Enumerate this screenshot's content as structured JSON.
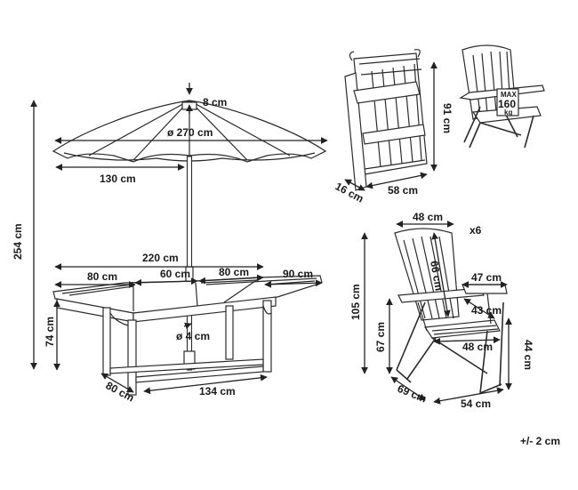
{
  "dimensions": {
    "umbrella_top": "8 cm",
    "umbrella_diameter": "ø 270 cm",
    "umbrella_radius": "130 cm",
    "total_height": "254 cm",
    "table_extended": "220 cm",
    "leaf_left": "80 cm",
    "leaf_middle": "60 cm",
    "leaf_right": "80 cm",
    "extension": "90 cm",
    "table_height": "74 cm",
    "pole_hole": "ø 4 cm",
    "table_width": "80 cm",
    "table_length": "134 cm",
    "folded_height": "91 cm",
    "folded_depth": "16 cm",
    "folded_width": "58 cm",
    "chair_width": "48 cm",
    "quantity": "x6",
    "chair_height": "105 cm",
    "backrest_height": "66 cm",
    "armrest_width": "47 cm",
    "seat_height": "67 cm",
    "seat_depth": "43 cm",
    "seat_width": "48 cm",
    "armrest_height": "44 cm",
    "chair_depth": "69 cm",
    "chair_base_width": "54 cm",
    "tolerance": "+/- 2 cm"
  },
  "load_badge": {
    "line1": "MAX",
    "line2": "160",
    "line3": "kg"
  }
}
